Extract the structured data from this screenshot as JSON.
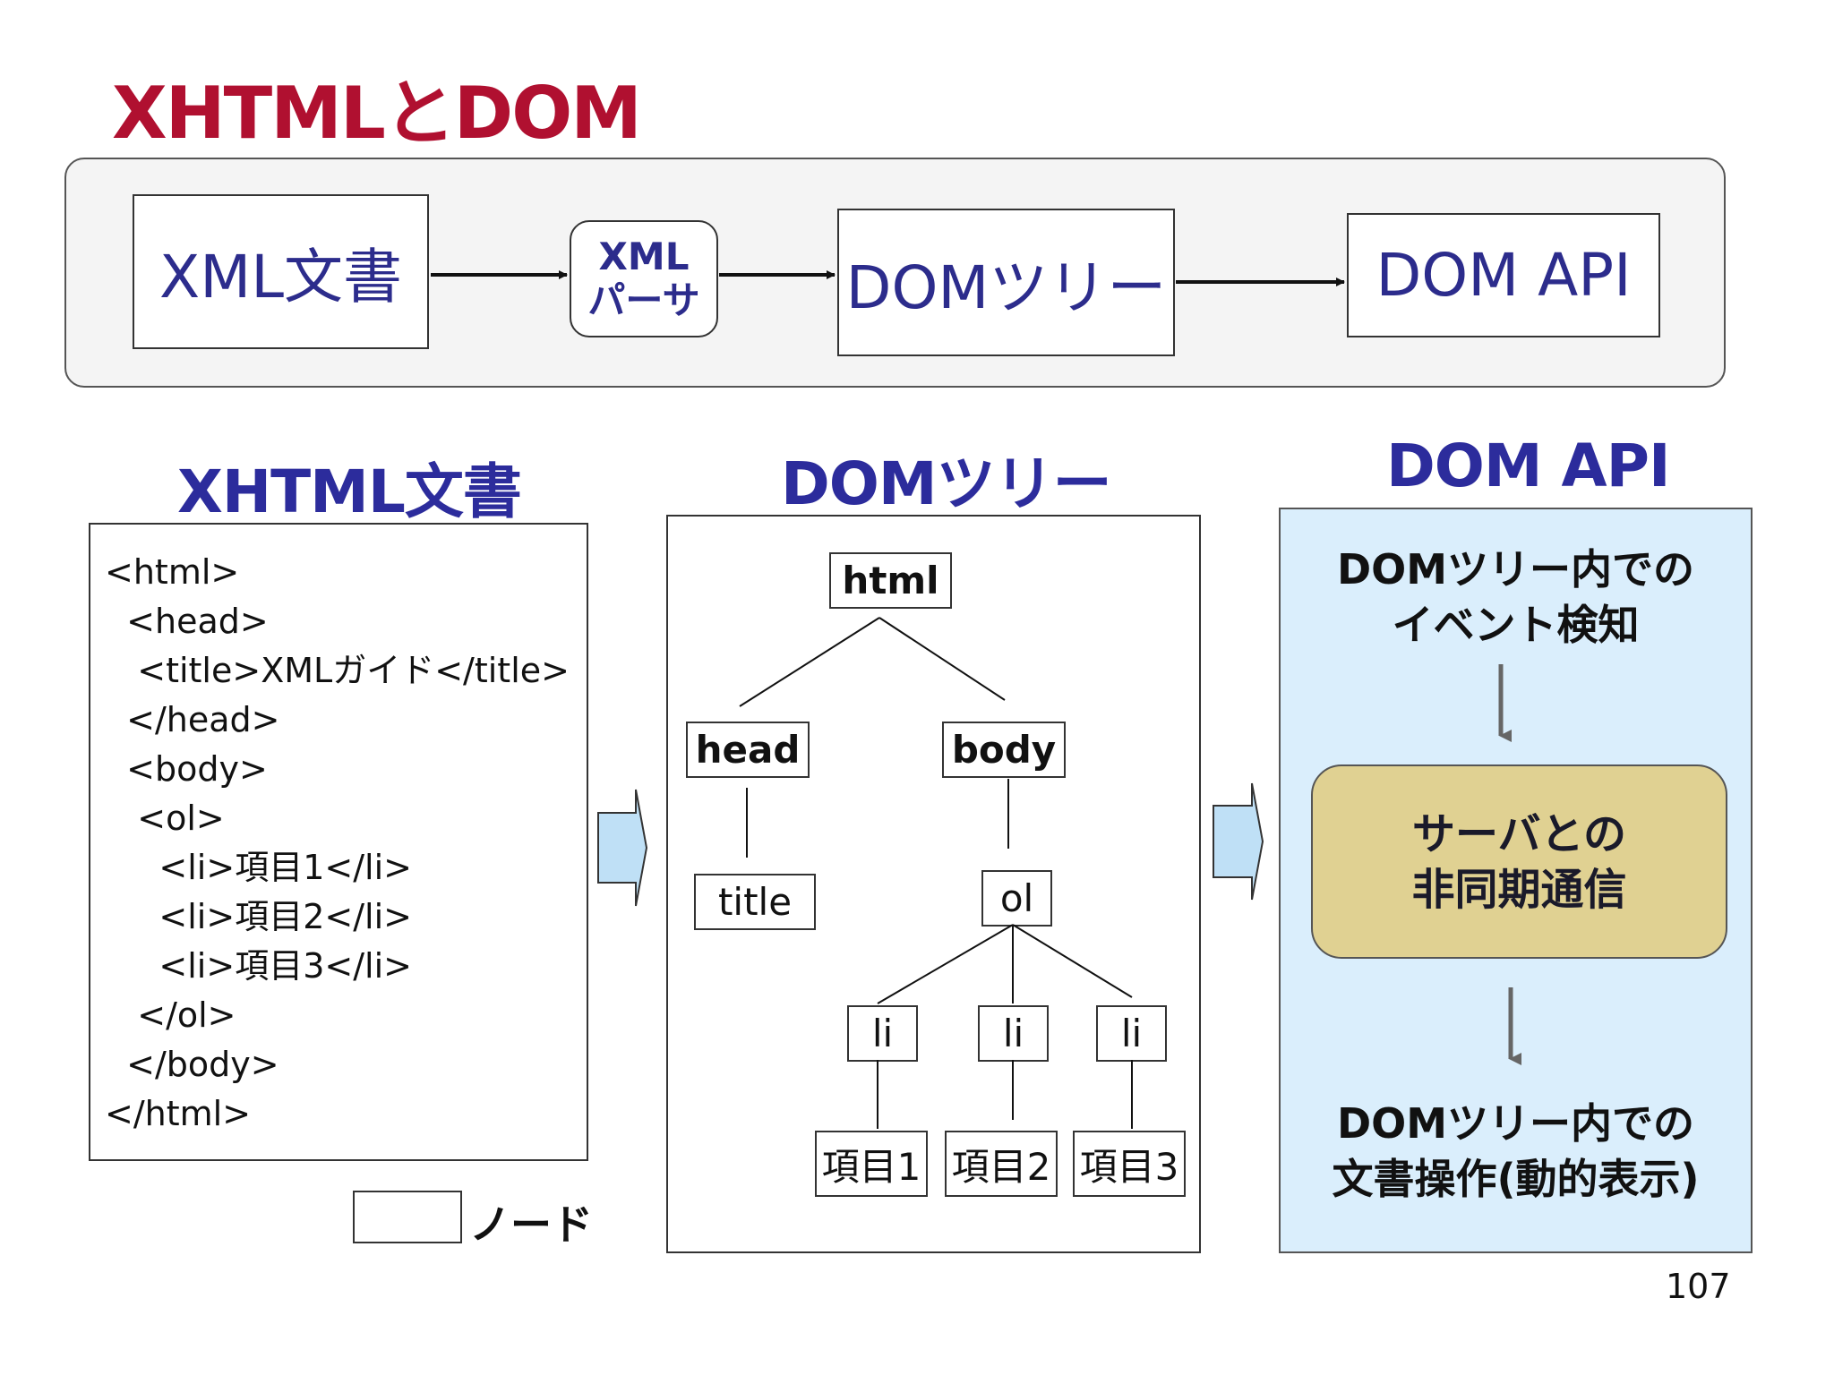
{
  "slide": {
    "title": "XHTMLとDOM",
    "page_number": "107"
  },
  "flow": {
    "xml_document": "XML文書",
    "parser_line1": "XML",
    "parser_line2": "パーサ",
    "dom_tree": "DOMツリー",
    "dom_api": "DOM API"
  },
  "headings": {
    "xhtml_document": "XHTML文書",
    "dom_tree": "DOMツリー",
    "dom_api": "DOM API"
  },
  "code_lines": [
    "<html>",
    "  <head>",
    "   <title>XMLガイド</title>",
    "  </head>",
    "  <body>",
    "   <ol>",
    "     <li>項目1</li>",
    "     <li>項目2</li>",
    "     <li>項目3</li>",
    "   </ol>",
    "  </body>",
    "</html>"
  ],
  "tree": {
    "html": "html",
    "head": "head",
    "body": "body",
    "title": "title",
    "ol": "ol",
    "li1": "li",
    "li2": "li",
    "li3": "li",
    "item1": "項目1",
    "item2": "項目2",
    "item3": "項目3"
  },
  "api": {
    "event_line1": "DOMツリー内での",
    "event_line2": "イベント検知",
    "async_line1": "サーバとの",
    "async_line2": "非同期通信",
    "manip_line1": "DOMツリー内での",
    "manip_line2": "文書操作(動的表示)"
  },
  "legend": {
    "label": "ノード"
  },
  "colors": {
    "title": "#b01030",
    "heading": "#2c2c9c",
    "flow_text": "#2c2c8c",
    "api_background": "#daeefc",
    "async_background": "#e0d192",
    "block_arrow": "#bfe0f6"
  }
}
